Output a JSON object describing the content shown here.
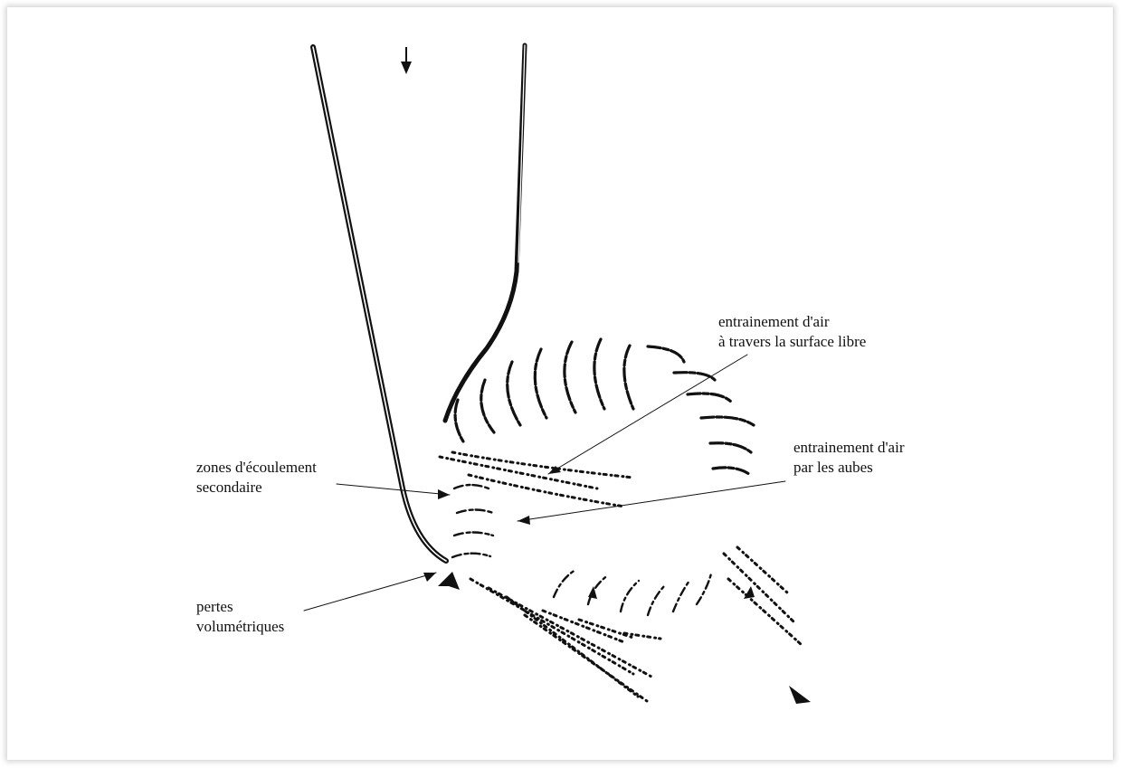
{
  "labels": {
    "surface_air_1": "entrainement d'air",
    "surface_air_2": "à travers la surface libre",
    "blade_air_1": "entrainement d'air",
    "blade_air_2": "par les aubes",
    "secondary_1": "zones d'écoulement",
    "secondary_2": "secondaire",
    "losses_1": "pertes",
    "losses_2": "volumétriques"
  },
  "colors": {
    "ink": "#111111",
    "frame_shadow": "#bbbbbb"
  },
  "icons": [
    "flow-in-arrow-icon",
    "flow-out-arrow-icon",
    "leak-arrow-icon"
  ]
}
